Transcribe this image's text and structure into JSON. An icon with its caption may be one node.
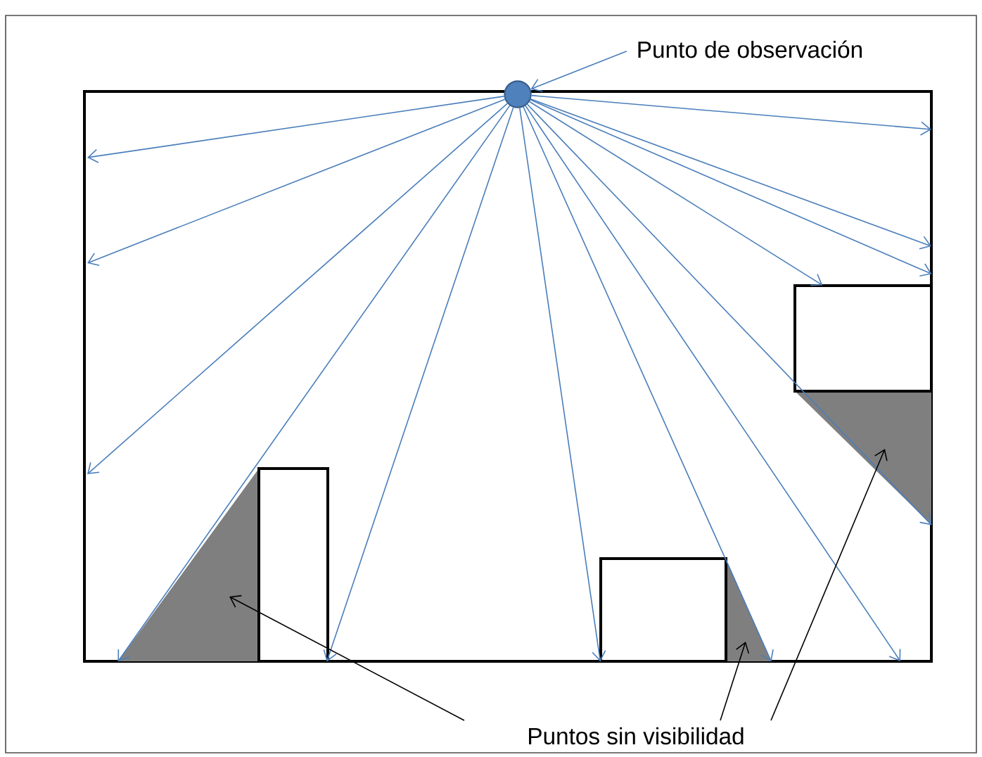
{
  "diagram": {
    "nodes": [
      {
        "text": [
          "Punto de observación"
        ]
      },
      {
        "text": [],
        "shape": "circle"
      },
      {
        "text": [
          "Puntos sin visibilidad"
        ]
      },
      {
        "text": [],
        "shape": "triangle"
      },
      {
        "text": [],
        "shape": "triangle"
      },
      {
        "text": [],
        "shape": "triangle"
      },
      {
        "text": [],
        "shape": "box"
      },
      {
        "text": [],
        "shape": "box"
      },
      {
        "text": [],
        "shape": "box"
      }
    ],
    "edges": [
      {
        "from": 0,
        "to": 1,
        "arrow": "to"
      },
      {
        "from": 1,
        "to": null,
        "arrow": "to"
      },
      {
        "from": 1,
        "to": null,
        "arrow": "to"
      },
      {
        "from": 1,
        "to": null,
        "arrow": "to"
      },
      {
        "from": 1,
        "to": 3,
        "arrow": "to"
      },
      {
        "from": 1,
        "to": 6,
        "arrow": "to"
      },
      {
        "from": 1,
        "to": 7,
        "arrow": "to"
      },
      {
        "from": 1,
        "to": 4,
        "arrow": "to"
      },
      {
        "from": 1,
        "to": null,
        "arrow": "to"
      },
      {
        "from": 1,
        "to": 5,
        "arrow": "to"
      },
      {
        "from": 1,
        "to": 8,
        "arrow": "to"
      },
      {
        "from": 1,
        "to": 8,
        "arrow": "to"
      },
      {
        "from": 1,
        "to": null,
        "arrow": "to"
      },
      {
        "from": 1,
        "to": null,
        "arrow": "to"
      },
      {
        "from": 2,
        "to": 3,
        "arrow": "to",
        "color": "#000000"
      },
      {
        "from": 2,
        "to": 4,
        "arrow": "to",
        "color": "#000000"
      },
      {
        "from": 2,
        "to": 5,
        "arrow": "to",
        "color": "#000000"
      }
    ]
  }
}
